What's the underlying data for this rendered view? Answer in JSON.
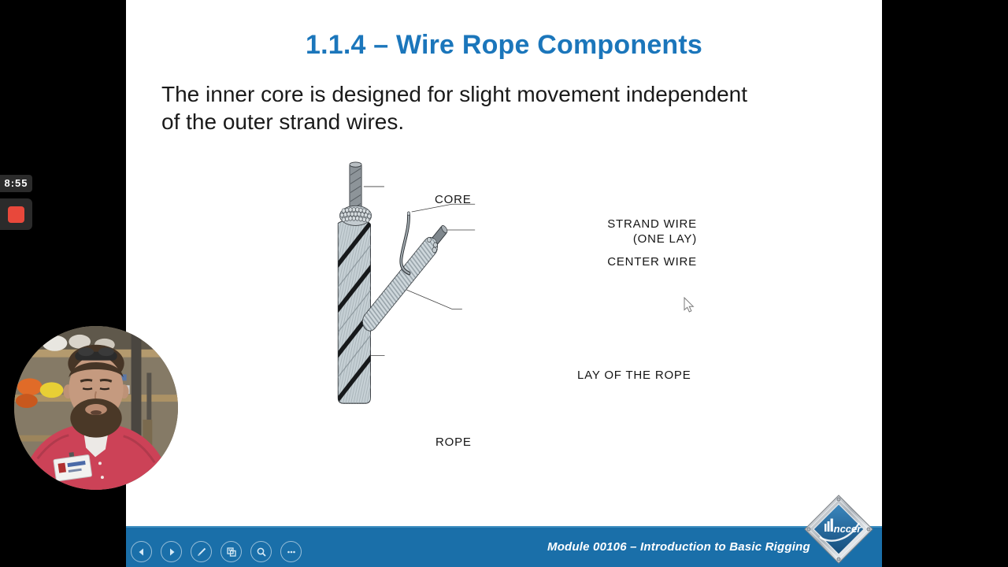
{
  "slide": {
    "title": "1.1.4 – Wire Rope Components",
    "body_lines": [
      "The inner core is designed for slight movement independent",
      "of the outer strand wires."
    ],
    "diagram": {
      "labels": {
        "core": "CORE",
        "strand_wire_line1": "STRAND WIRE",
        "strand_wire_line2": "(ONE LAY)",
        "center_wire": "CENTER WIRE",
        "lay_of_the_rope": "LAY OF THE ROPE",
        "rope": "ROPE"
      }
    }
  },
  "recorder": {
    "timestamp": "8:55"
  },
  "footer": {
    "module_text": "Module 00106 – Introduction to Basic Rigging",
    "icons": [
      "previous-arrow",
      "next-arrow",
      "pen",
      "slides-overview",
      "magnifier",
      "ellipsis"
    ]
  },
  "logo": {
    "text": "nccer"
  },
  "icons": {
    "cursor": "arrow-pointer"
  },
  "colors": {
    "title_blue": "#1b76bb",
    "footer_blue": "#1a6fa9",
    "record_red": "#e8483b",
    "rope_strand": "#c6d0d5"
  }
}
